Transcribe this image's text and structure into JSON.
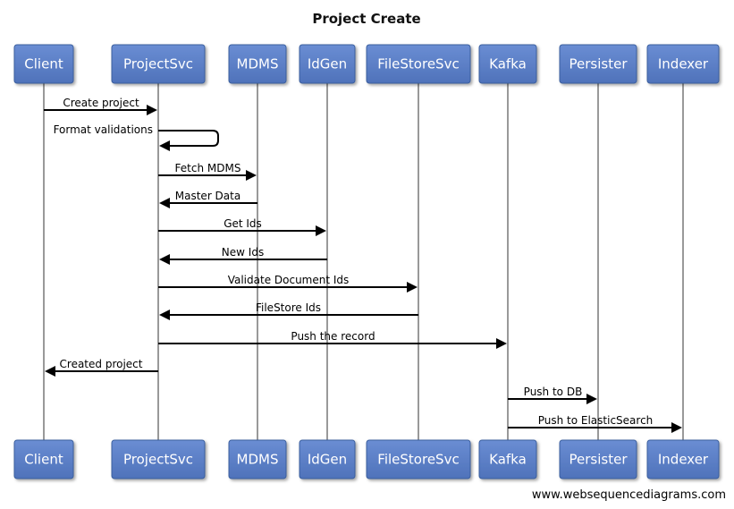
{
  "title": "Project Create",
  "footer": "www.websequencediagrams.com",
  "colors": {
    "actor_fill": "#5b7fc7",
    "actor_border": "#3a5f9e",
    "lifeline": "#999999",
    "arrow": "#000000"
  },
  "participants": [
    "Client",
    "ProjectSvc",
    "MDMS",
    "IdGen",
    "FileStoreSvc",
    "Kafka",
    "Persister",
    "Indexer"
  ],
  "messages": [
    {
      "from": "Client",
      "to": "ProjectSvc",
      "label": "Create project"
    },
    {
      "from": "ProjectSvc",
      "to": "ProjectSvc",
      "label": "Format validations"
    },
    {
      "from": "ProjectSvc",
      "to": "MDMS",
      "label": "Fetch MDMS"
    },
    {
      "from": "MDMS",
      "to": "ProjectSvc",
      "label": "Master Data"
    },
    {
      "from": "ProjectSvc",
      "to": "IdGen",
      "label": "Get Ids"
    },
    {
      "from": "IdGen",
      "to": "ProjectSvc",
      "label": "New Ids"
    },
    {
      "from": "ProjectSvc",
      "to": "FileStoreSvc",
      "label": "Validate Document Ids"
    },
    {
      "from": "FileStoreSvc",
      "to": "ProjectSvc",
      "label": "FileStore Ids"
    },
    {
      "from": "ProjectSvc",
      "to": "Kafka",
      "label": "Push the record"
    },
    {
      "from": "ProjectSvc",
      "to": "Client",
      "label": "Created project"
    },
    {
      "from": "Kafka",
      "to": "Persister",
      "label": "Push to DB"
    },
    {
      "from": "Kafka",
      "to": "Indexer",
      "label": "Push to ElasticSearch"
    }
  ]
}
